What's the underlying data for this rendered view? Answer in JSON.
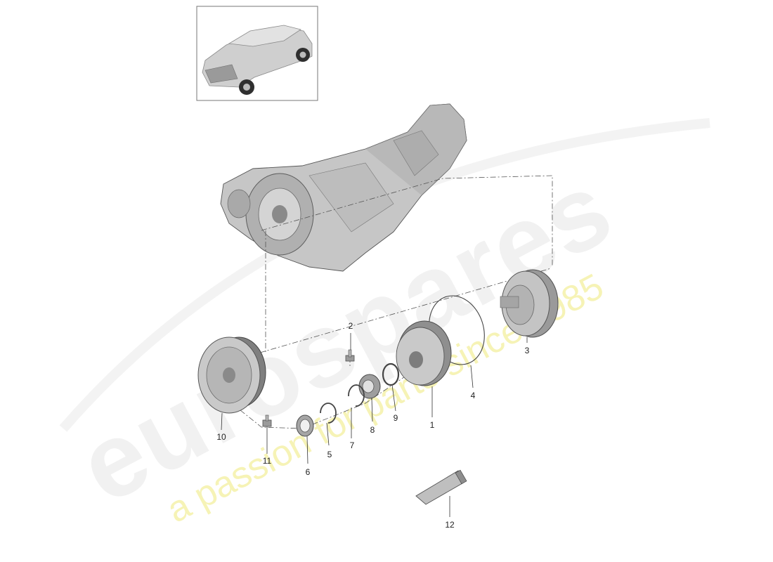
{
  "watermark": {
    "brand": "eurospares",
    "tagline": "a passion for parts since 1985",
    "brand_color": "#efefef",
    "tagline_color": "#f5f1ad"
  },
  "callouts": {
    "p1": "1",
    "p2": "2",
    "p3": "3",
    "p4": "4",
    "p5": "5",
    "p6": "6",
    "p7": "7",
    "p8": "8",
    "p9": "9",
    "p10": "10",
    "p11": "11",
    "p12": "12"
  },
  "colors": {
    "line": "#333333",
    "part_fill": "#bdbdbd",
    "part_dark": "#7a7a7a"
  }
}
